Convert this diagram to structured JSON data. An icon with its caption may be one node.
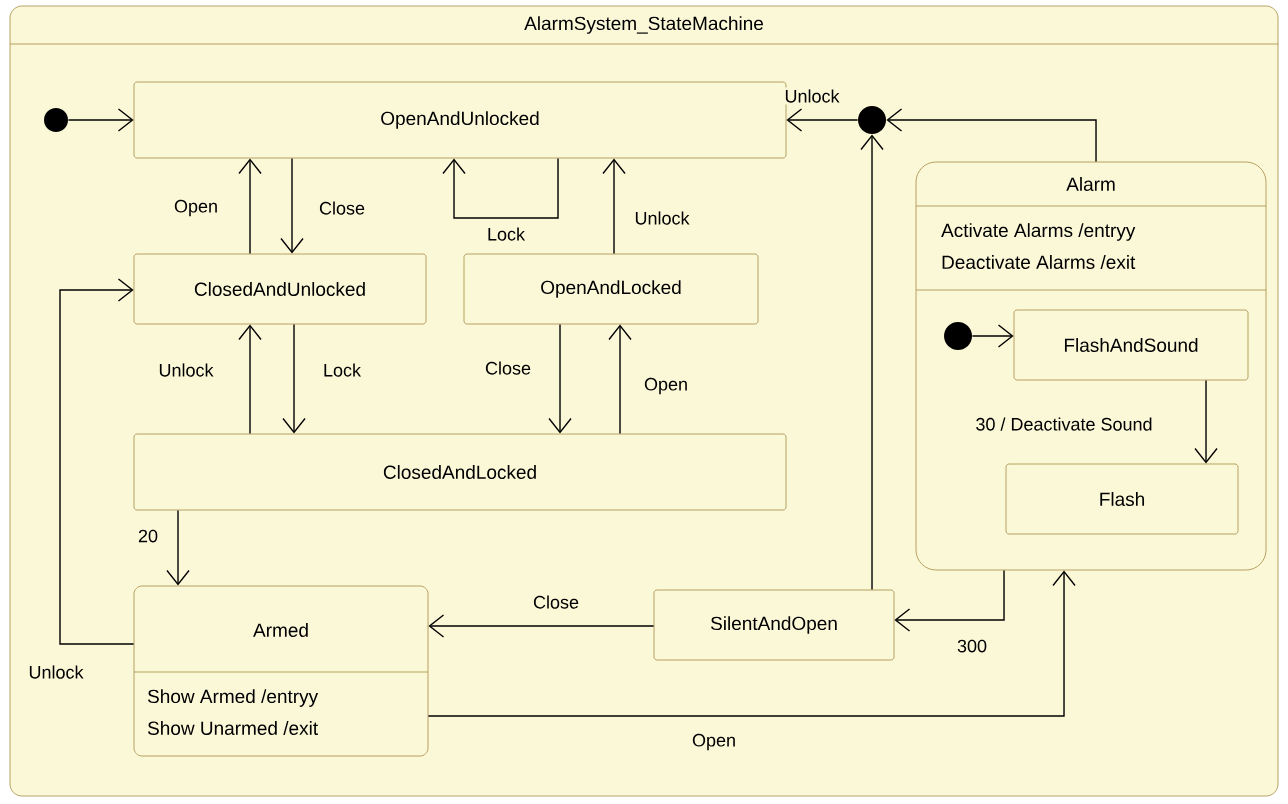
{
  "diagram": {
    "nodes": [
      {
        "text": [
          "AlarmSystem_StateMachine"
        ]
      },
      {
        "text": [],
        "shape": "circle",
        "in": 0
      },
      {
        "text": [
          "OpenAndUnlocked"
        ],
        "in": 0
      },
      {
        "text": [],
        "shape": "circle",
        "in": 0
      },
      {
        "text": [
          "Alarm",
          "Activate Alarms /entryy",
          "Deactivate Alarms /exit"
        ],
        "in": 0
      },
      {
        "text": [],
        "shape": "circle",
        "in": 4
      },
      {
        "text": [
          "FlashAndSound"
        ],
        "in": 4
      },
      {
        "text": [
          "Flash"
        ],
        "in": 4
      },
      {
        "text": [
          "ClosedAndUnlocked"
        ],
        "in": 0
      },
      {
        "text": [
          "OpenAndLocked"
        ],
        "in": 0
      },
      {
        "text": [
          "ClosedAndLocked"
        ],
        "in": 0
      },
      {
        "text": [
          "Armed",
          "Show Armed /entryy",
          "Show Unarmed /exit"
        ],
        "in": 0
      },
      {
        "text": [
          "SilentAndOpen"
        ],
        "in": 0
      }
    ],
    "edges": [
      {
        "from": 1,
        "to": 2,
        "arrow": "to"
      },
      {
        "from": 8,
        "to": 2,
        "arrow": "to",
        "label": "Open"
      },
      {
        "from": 2,
        "to": 8,
        "arrow": "to",
        "label": "Close"
      },
      {
        "from": 2,
        "to": 2,
        "arrow": "to",
        "label": "Lock"
      },
      {
        "from": 9,
        "to": 2,
        "arrow": "to",
        "label": "Unlock"
      },
      {
        "from": 3,
        "to": 2,
        "arrow": "to",
        "label": "Unlock"
      },
      {
        "from": 4,
        "to": 3,
        "arrow": "to"
      },
      {
        "from": 12,
        "to": 3,
        "arrow": "to"
      },
      {
        "from": 10,
        "to": 8,
        "arrow": "to",
        "label": "Unlock"
      },
      {
        "from": 8,
        "to": 10,
        "arrow": "to",
        "label": "Lock"
      },
      {
        "from": 9,
        "to": 10,
        "arrow": "to",
        "label": "Close"
      },
      {
        "from": 10,
        "to": 9,
        "arrow": "to",
        "label": "Open"
      },
      {
        "from": 10,
        "to": 11,
        "arrow": "to",
        "label": "20"
      },
      {
        "from": 11,
        "to": 8,
        "arrow": "to",
        "label": "Unlock"
      },
      {
        "from": 12,
        "to": 11,
        "arrow": "to",
        "label": "Close"
      },
      {
        "from": 11,
        "to": 4,
        "arrow": "to",
        "label": "Open"
      },
      {
        "from": 4,
        "to": 12,
        "arrow": "to",
        "label": "300"
      },
      {
        "from": 5,
        "to": 6,
        "arrow": "to"
      },
      {
        "from": 6,
        "to": 7,
        "arrow": "to",
        "label": "30 / Deactivate Sound"
      }
    ]
  }
}
